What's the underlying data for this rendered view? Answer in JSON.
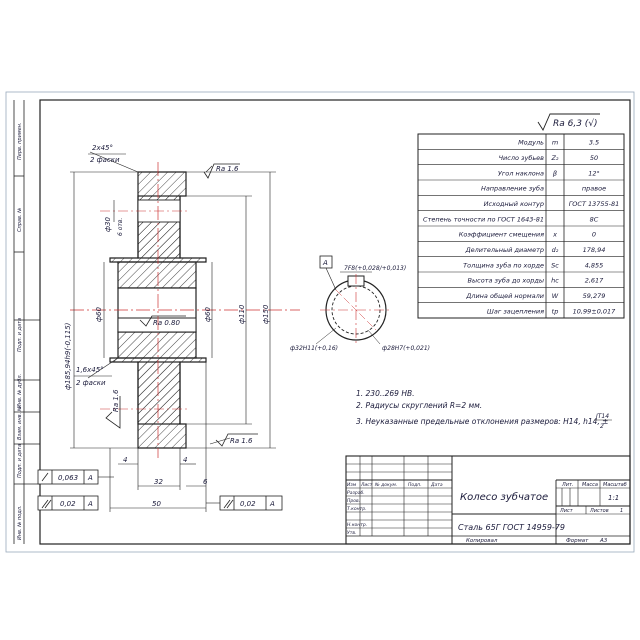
{
  "roughness": {
    "overall": "Ra 6,3 (√)",
    "hub_top": "Ra 1.6",
    "bore": "Ra 0.80",
    "face_left": "Ra 1.6",
    "face_bottom": "Ra 1.6"
  },
  "params_table": [
    {
      "name": "Модуль",
      "sym": "m",
      "val": "3.5"
    },
    {
      "name": "Число зубьев",
      "sym": "Z₂",
      "val": "50"
    },
    {
      "name": "Угол наклона",
      "sym": "β",
      "val": "12°"
    },
    {
      "name": "Направление зуба",
      "sym": "",
      "val": "правое"
    },
    {
      "name": "Исходный контур",
      "sym": "",
      "val": "ГОСТ 13755-81"
    },
    {
      "name": "Степень точности по ГОСТ 1643-81",
      "sym": "",
      "val": "8С"
    },
    {
      "name": "Коэффициент смещения",
      "sym": "x",
      "val": "0"
    },
    {
      "name": "Делительный диаметр",
      "sym": "d₂",
      "val": "178,94"
    },
    {
      "name": "Толщина зуба по хорде",
      "sym": "Sc",
      "val": "4,855"
    },
    {
      "name": "Высота зуба до хорды",
      "sym": "hc",
      "val": "2,617"
    },
    {
      "name": "Длина общей нормали",
      "sym": "W",
      "val": "59,279"
    },
    {
      "name": "Шаг зацепления",
      "sym": "tp",
      "val": "10,99±0,017"
    }
  ],
  "dims": {
    "chamfer_top": "2х45°",
    "chamfer_top_note": "2 фаски",
    "chamfer_mid": "1,6х45°",
    "chamfer_mid_note": "2 фаски",
    "d30": "ф30",
    "b_otv": "6 отв.",
    "d185": "ф185,94h9(-0,115)",
    "d60_left": "ф60",
    "d60_right": "ф60",
    "d110": "ф110",
    "d150": "ф150",
    "w4a": "4",
    "w4b": "4",
    "w32": "32",
    "w6": "6",
    "w50": "50",
    "key_width": "7F8(+0,028/+0,013)",
    "d32": "ф32H11(+0,16)",
    "d28": "ф28H7(+0,021)",
    "datum": "A"
  },
  "tolerances": {
    "runout_top_val": "0,063",
    "runout_top_ref": "A",
    "runout_bot_val": "0,02",
    "runout_bot_ref": "A",
    "runout_right_val": "0,02",
    "runout_right_ref": "A"
  },
  "notes": [
    "1. 230..269 НВ.",
    "2. Радиусы скруглений R=2 мм.",
    "3. Неуказанные предельные отклонения размеров: H14, h14, ±"
  ],
  "notes_fraction": {
    "num": "IT14",
    "den": "2"
  },
  "title_block": {
    "title": "Колесо зубчатое",
    "material": "Сталь 65Г ГОСТ 14959-79",
    "lit_label": "Лит.",
    "mass_label": "Масса",
    "scale_label": "Масштаб",
    "scale_value": "1:1",
    "sheet_label": "Лист",
    "sheets_label": "Листов",
    "sheets_value": "1",
    "row_labels": [
      "Изм",
      "Лист",
      "№ докум.",
      "Подп.",
      "Дата"
    ],
    "roles": [
      "Разраб.",
      "Пров.",
      "Т.контр.",
      "",
      "Н.контр.",
      "Утв."
    ],
    "copied": "Копировал",
    "format": "Формат",
    "format_value": "A3"
  },
  "side_stamps": [
    "Перв. примен.",
    "Справ. №",
    "Подп. и дата",
    "Инв. № дубл.",
    "Взам. инв. №",
    "Подп. и дата",
    "Инв. № подл."
  ]
}
